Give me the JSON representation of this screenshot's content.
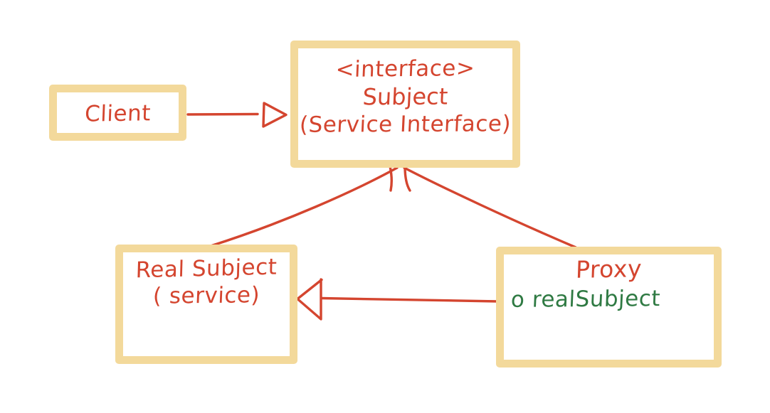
{
  "diagram": {
    "title": "Proxy design pattern UML class diagram",
    "style": "hand-drawn sketch",
    "colors": {
      "box_border": "#f3d99b",
      "box_fill": "#ffffff",
      "ink_red": "#d4452f",
      "ink_green": "#2f7a43",
      "background": "#ffffff"
    },
    "nodes": [
      {
        "id": "client",
        "name": "client-box",
        "lines": [
          {
            "text": "Client",
            "color": "#d4452f"
          }
        ]
      },
      {
        "id": "subject",
        "name": "subject-interface-box",
        "lines": [
          {
            "text": "<interface>",
            "color": "#d4452f"
          },
          {
            "text": "Subject",
            "color": "#d4452f"
          },
          {
            "text": "(Service Interface)",
            "color": "#d4452f"
          }
        ]
      },
      {
        "id": "realsubject",
        "name": "real-subject-box",
        "lines": [
          {
            "text": "Real Subject",
            "color": "#d4452f"
          },
          {
            "text": "( service)",
            "color": "#d4452f"
          }
        ]
      },
      {
        "id": "proxy",
        "name": "proxy-box",
        "lines": [
          {
            "text": "Proxy",
            "color": "#d4452f"
          },
          {
            "text": "o realSubject",
            "color": "#2f7a43"
          }
        ]
      }
    ],
    "edges": [
      {
        "id": "client-to-subject",
        "from": "client",
        "to": "subject",
        "arrowhead": "hollow-triangle",
        "label": ""
      },
      {
        "id": "realsubject-to-subject",
        "from": "realsubject",
        "to": "subject",
        "arrowhead": "hollow-triangle",
        "label": ""
      },
      {
        "id": "proxy-to-subject",
        "from": "proxy",
        "to": "subject",
        "arrowhead": "hollow-triangle",
        "label": ""
      },
      {
        "id": "proxy-to-realsubject",
        "from": "proxy",
        "to": "realsubject",
        "arrowhead": "hollow-triangle",
        "label": ""
      }
    ]
  }
}
